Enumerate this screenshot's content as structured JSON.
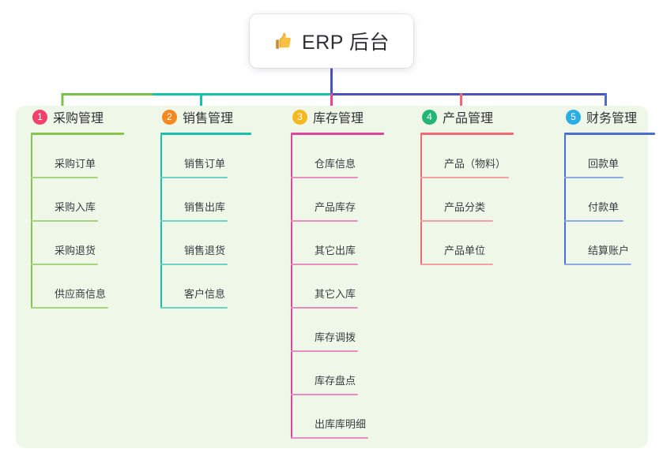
{
  "root": {
    "title": "ERP 后台",
    "icon": "thumbs-up-icon"
  },
  "colors": {
    "panel_background": "#EEF7E8",
    "page_background": "#FFFFFF",
    "connector_green": "#7CC148",
    "connector_teal": "#12C4A6",
    "connector_indigo": "#4B52BF",
    "connector_blue": "#4A6FD0",
    "connector_pink": "#E8449B",
    "connector_red": "#EE6A70"
  },
  "columns": [
    {
      "number": "1",
      "title": "采购管理",
      "badge_color": "#F2426B",
      "line_color": "#86C44E",
      "item_line_color": "#A6D47A",
      "head_rule_width": 118,
      "items": [
        {
          "label": "采购订单",
          "rule_width": 85
        },
        {
          "label": "采购入库",
          "rule_width": 85
        },
        {
          "label": "采购退货",
          "rule_width": 85
        },
        {
          "label": "供应商信息",
          "rule_width": 98
        }
      ]
    },
    {
      "number": "2",
      "title": "销售管理",
      "badge_color": "#F5891F",
      "line_color": "#17BFAC",
      "item_line_color": "#6FD0C4",
      "head_rule_width": 115,
      "items": [
        {
          "label": "销售订单",
          "rule_width": 85
        },
        {
          "label": "销售出库",
          "rule_width": 85
        },
        {
          "label": "销售退货",
          "rule_width": 85
        },
        {
          "label": "客户信息",
          "rule_width": 85
        }
      ]
    },
    {
      "number": "3",
      "title": "库存管理",
      "badge_color": "#F5B820",
      "line_color": "#E0449B",
      "item_line_color": "#E78DC0",
      "head_rule_width": 118,
      "items": [
        {
          "label": "仓库信息",
          "rule_width": 85
        },
        {
          "label": "产品库存",
          "rule_width": 85
        },
        {
          "label": "其它出库",
          "rule_width": 85
        },
        {
          "label": "其它入库",
          "rule_width": 85
        },
        {
          "label": "库存调拨",
          "rule_width": 85
        },
        {
          "label": "库存盘点",
          "rule_width": 85
        },
        {
          "label": "出库库明细",
          "rule_width": 98
        }
      ]
    },
    {
      "number": "4",
      "title": "产品管理",
      "badge_color": "#22B573",
      "line_color": "#EE6A70",
      "item_line_color": "#F3A0A3",
      "head_rule_width": 118,
      "items": [
        {
          "label": "产品（物料）",
          "rule_width": 112
        },
        {
          "label": "产品分类",
          "rule_width": 92
        },
        {
          "label": "产品单位",
          "rule_width": 92
        }
      ]
    },
    {
      "number": "5",
      "title": "财务管理",
      "badge_color": "#29AEE3",
      "line_color": "#4A6FD0",
      "item_line_color": "#8FAAE2",
      "head_rule_width": 115,
      "items": [
        {
          "label": "回款单",
          "rule_width": 75
        },
        {
          "label": "付款单",
          "rule_width": 75
        },
        {
          "label": "结算账户",
          "rule_width": 85
        }
      ]
    }
  ]
}
